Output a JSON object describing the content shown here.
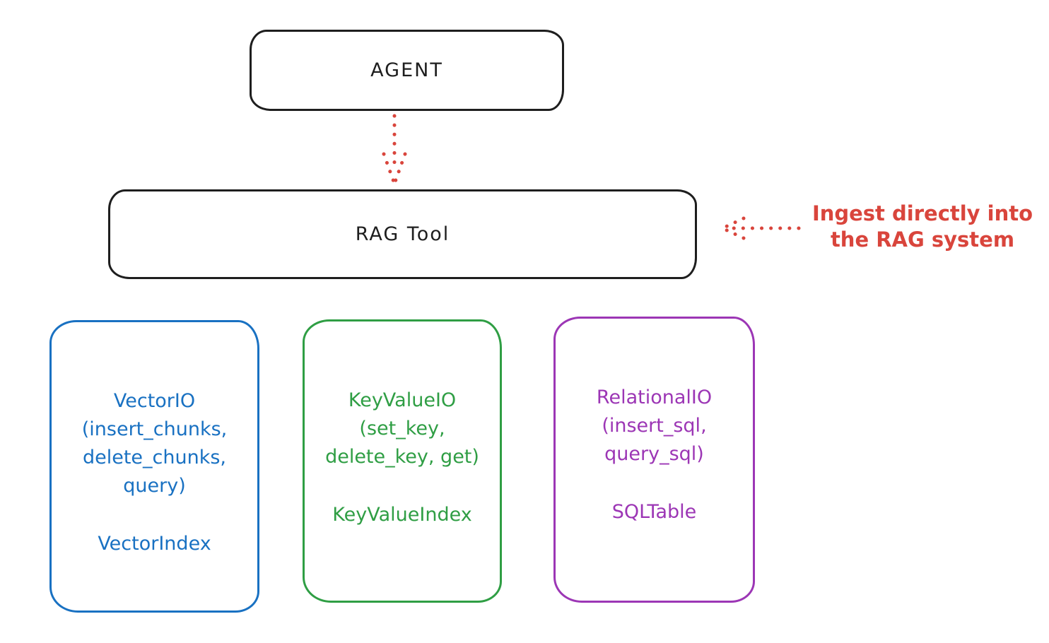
{
  "diagram": {
    "agent_box": {
      "label": "AGENT"
    },
    "rag_tool_box": {
      "label": "RAG Tool"
    },
    "annotation": {
      "line1": "Ingest directly into",
      "line2": "the RAG system",
      "color": "#d9453c"
    },
    "arrows": [
      {
        "name": "agent-to-rag-tool",
        "style": "dotted",
        "direction": "down",
        "color": "#d9453c"
      },
      {
        "name": "annotation-to-rag-tool",
        "style": "dotted",
        "direction": "left",
        "color": "#d9453c"
      }
    ],
    "storage_boxes": [
      {
        "name": "vector-io",
        "color": "#1971c2",
        "lines": [
          "VectorIO",
          "(insert_chunks,",
          "delete_chunks,",
          "query)"
        ],
        "index_label": "VectorIndex"
      },
      {
        "name": "key-value-io",
        "color": "#2f9e44",
        "lines": [
          "KeyValueIO",
          "(set_key,",
          "delete_key, get)"
        ],
        "index_label": "KeyValueIndex"
      },
      {
        "name": "relational-io",
        "color": "#9c36b5",
        "lines": [
          "RelationalIO",
          "(insert_sql,",
          "query_sql)"
        ],
        "index_label": "SQLTable"
      }
    ],
    "colors": {
      "stroke": "#1e1e1e",
      "accent_red": "#d9453c"
    }
  }
}
